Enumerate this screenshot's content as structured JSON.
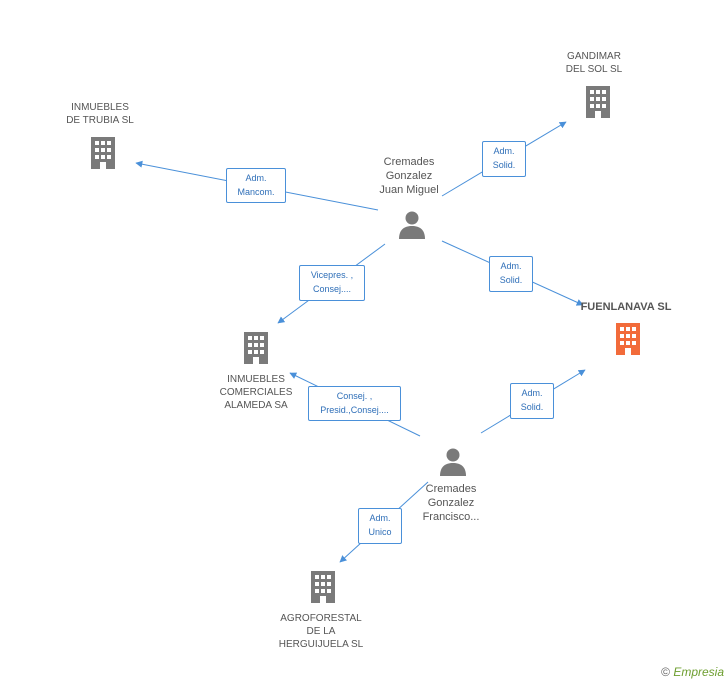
{
  "nodes": {
    "gandimar": {
      "label": [
        "GANDIMAR",
        "DEL SOL SL"
      ],
      "kind": "company",
      "icon": "building-icon"
    },
    "trubia": {
      "label": [
        "INMUEBLES",
        "DE TRUBIA SL"
      ],
      "kind": "company",
      "icon": "building-icon"
    },
    "juan": {
      "label": [
        "Cremades",
        "Gonzalez",
        "Juan Miguel"
      ],
      "kind": "person",
      "icon": "person-icon"
    },
    "fuenlanava": {
      "label": [
        "FUENLANAVA SL"
      ],
      "kind": "company-focus",
      "icon": "building-icon"
    },
    "alameda": {
      "label": [
        "INMUEBLES",
        "COMERCIALES",
        "ALAMEDA SA"
      ],
      "kind": "company",
      "icon": "building-icon"
    },
    "francisco": {
      "label": [
        "Cremades",
        "Gonzalez",
        "Francisco..."
      ],
      "kind": "person",
      "icon": "person-icon"
    },
    "agroforestal": {
      "label": [
        "AGROFORESTAL",
        "DE LA",
        "HERGUIJUELA SL"
      ],
      "kind": "company",
      "icon": "building-icon"
    }
  },
  "relations": {
    "r1": [
      "Adm.",
      "Mancom."
    ],
    "r2": [
      "Adm.",
      "Solid."
    ],
    "r3": [
      "Adm.",
      "Solid."
    ],
    "r4": [
      "Vicepres. ,",
      "Consej...."
    ],
    "r5": [
      "Consej. ,",
      "Presid.,Consej...."
    ],
    "r6": [
      "Adm.",
      "Solid."
    ],
    "r7": [
      "Adm.",
      "Unico"
    ]
  },
  "colors": {
    "edge": "#4a90d9",
    "building": "#7a7a7a",
    "building_focus": "#f26b3a",
    "person": "#7a7a7a"
  },
  "footer": {
    "copyright": "©",
    "brand": "Empresia"
  }
}
